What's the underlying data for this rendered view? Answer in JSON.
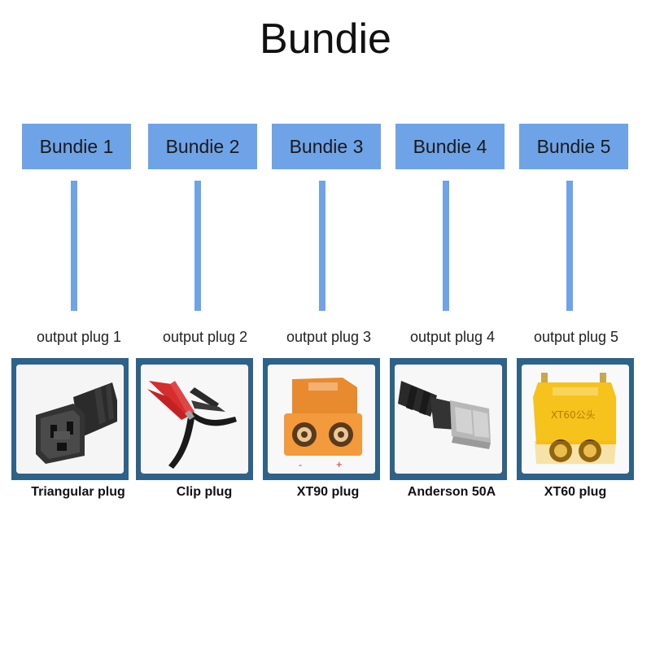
{
  "title": "Bundie",
  "bundles": [
    {
      "label": "Bundie 1",
      "output": "output plug 1",
      "plug": "Triangular plug",
      "icon": "triangular-plug-icon"
    },
    {
      "label": "Bundie 2",
      "output": "output plug 2",
      "plug": "Clip plug",
      "icon": "alligator-clip-icon"
    },
    {
      "label": "Bundie 3",
      "output": "output plug 3",
      "plug": "XT90 plug",
      "icon": "xt90-connector-icon",
      "marks": [
        "-",
        "+"
      ]
    },
    {
      "label": "Bundie 4",
      "output": "output plug 4",
      "plug": "Anderson 50A",
      "icon": "anderson-connector-icon"
    },
    {
      "label": "Bundie 5",
      "output": "output plug 5",
      "plug": "XT60 plug",
      "icon": "xt60-connector-icon",
      "marks": [
        "XT60公头"
      ]
    }
  ],
  "colors": {
    "box": "#6fa3e8",
    "frame": "#2e6289",
    "xt_orange": "#f29a3c",
    "xt_yellow": "#f6c21c",
    "clip_red": "#d62d2d"
  }
}
